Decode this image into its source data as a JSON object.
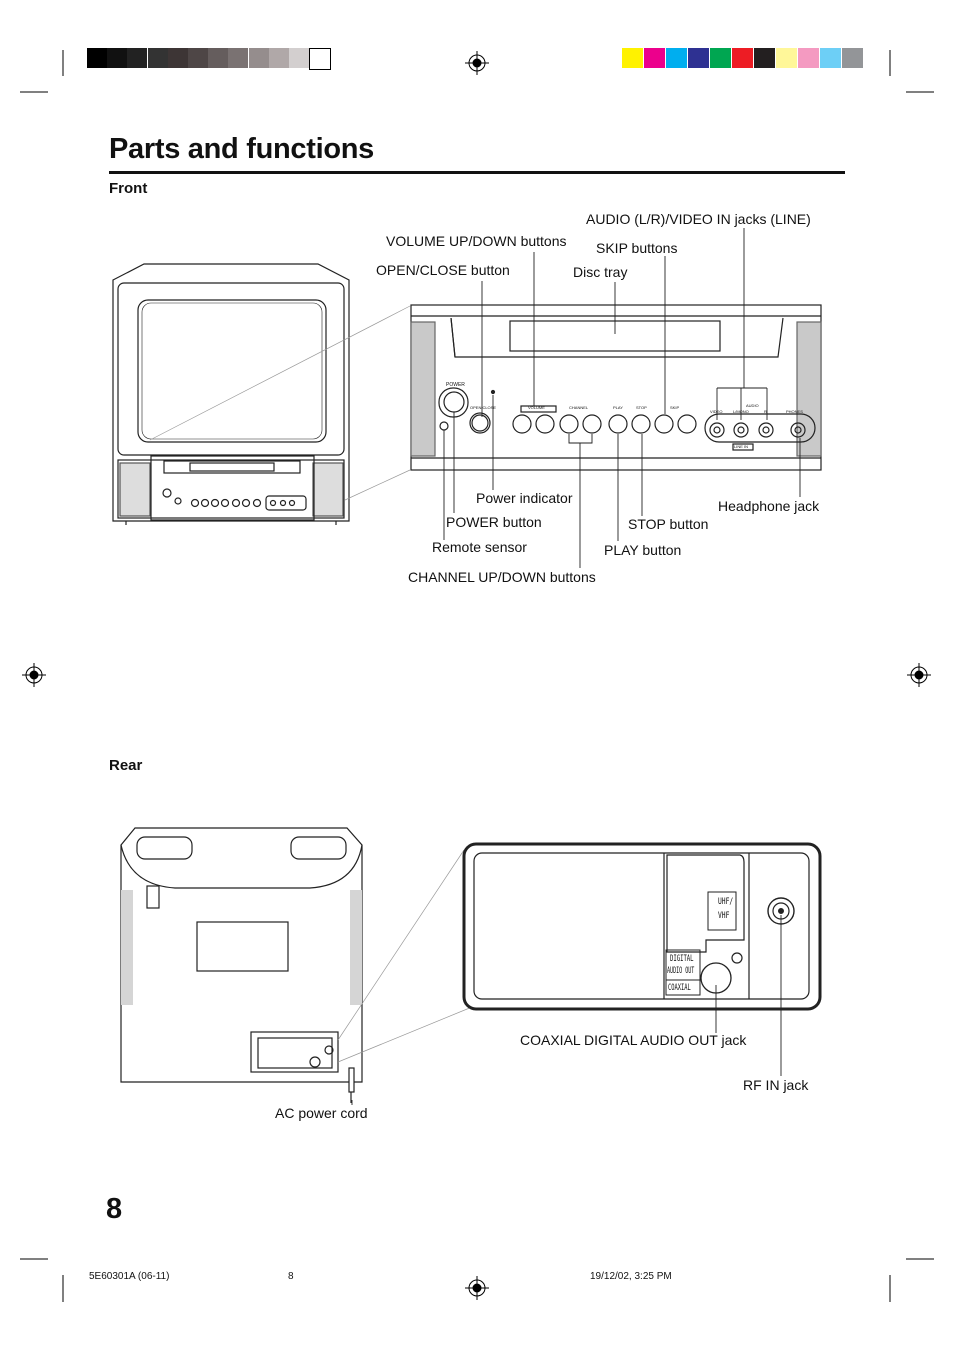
{
  "page_title": "Parts and functions",
  "sections": {
    "front": "Front",
    "rear": "Rear"
  },
  "front_labels": {
    "audio_video_in": "AUDIO (L/R)/VIDEO IN  jacks (LINE)",
    "volume": "VOLUME UP/DOWN buttons",
    "skip": "SKIP buttons",
    "open_close": "OPEN/CLOSE button",
    "disc_tray": "Disc tray",
    "power_indicator": "Power indicator",
    "headphone": "Headphone jack",
    "power_button": "POWER button",
    "stop": "STOP button",
    "remote_sensor": "Remote sensor",
    "play": "PLAY button",
    "channel": "CHANNEL UP/DOWN buttons"
  },
  "panel_text": {
    "power": "POWER",
    "open_close": "OPEN/CLOSE",
    "volume": "VOLUME",
    "channel": "CHANNEL",
    "play": "PLAY",
    "stop": "STOP",
    "skip": "SKIP",
    "video": "VIDEO",
    "l_mono": "L/MONO",
    "audio": "AUDIO",
    "r": "R",
    "phones": "PHONES",
    "line_in": "LINE IN"
  },
  "rear_labels": {
    "coaxial": "COAXIAL DIGITAL AUDIO OUT jack",
    "rf_in": "RF IN jack",
    "ac_cord": "AC power cord"
  },
  "rear_panel_text": {
    "uhf": "UHF/",
    "vhf": "VHF",
    "digital": "DIGITAL",
    "audio_out": "AUDIO OUT",
    "coaxial": "COAXIAL"
  },
  "page_number": "8",
  "footer": {
    "code": "5E60301A (06-11)",
    "page": "8",
    "date": "19/12/02, 3:25 PM"
  },
  "color_bars": {
    "gray": [
      "#000000",
      "#111111",
      "#222222",
      "#333333",
      "#3d3535",
      "#4e4646",
      "#655d5d",
      "#7a7272",
      "#958d8d",
      "#b0a8a8",
      "#d3cfcf",
      "#ffffff"
    ],
    "color": [
      "#fff200",
      "#ec008c",
      "#00aeef",
      "#2e3192",
      "#00a651",
      "#ed1c24",
      "#231f20",
      "#fff799",
      "#f49ac1",
      "#6dcff6",
      "#939598"
    ]
  }
}
